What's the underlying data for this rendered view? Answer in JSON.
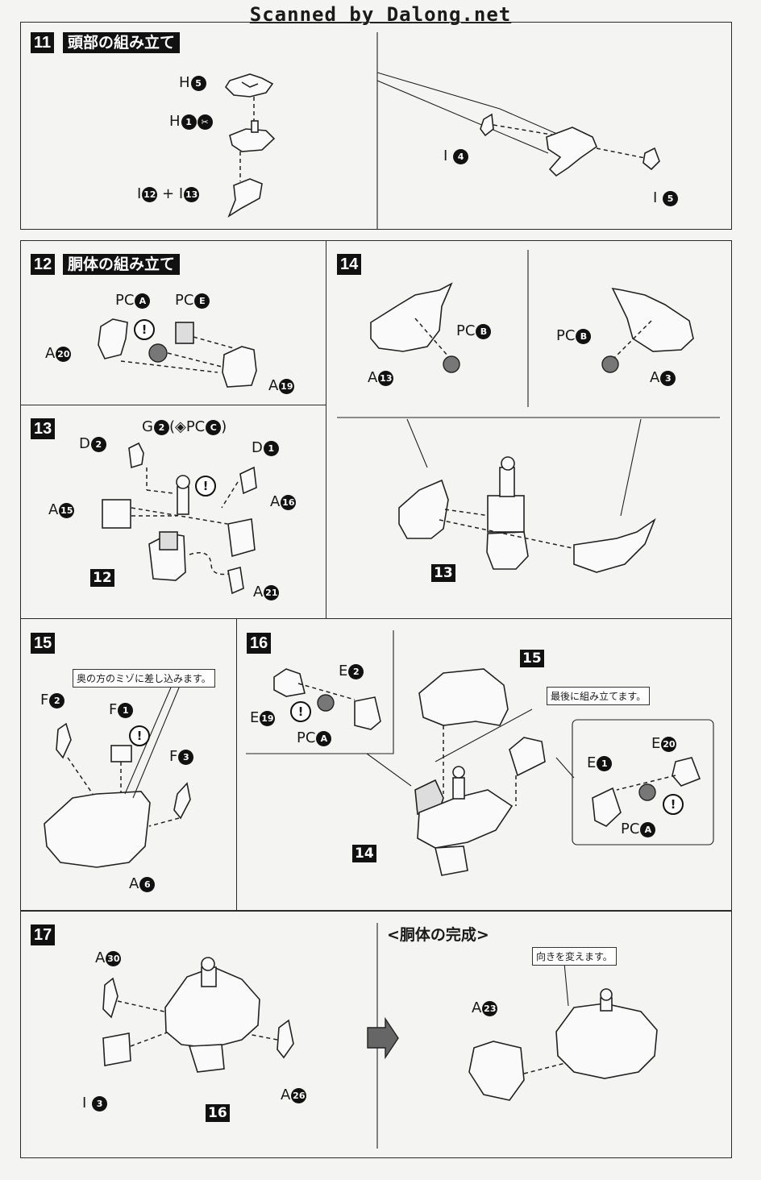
{
  "header": "Scanned by Dalong.net",
  "s11": {
    "step": "11",
    "title": "頭部の組み立て",
    "h5": "H",
    "h5n": "5",
    "h1": "H",
    "h1n": "1",
    "i12": "I",
    "i12n": "12",
    "plus": "+",
    "i13": "I",
    "i13n": "13",
    "i4": "I",
    "i4n": "4",
    "i5": "I",
    "i5n": "5"
  },
  "s12": {
    "step": "12",
    "title": "胴体の組み立て",
    "pca": "PC",
    "pcan": "A",
    "pce": "PC",
    "pcen": "E",
    "a20": "A",
    "a20n": "20",
    "a19": "A",
    "a19n": "19"
  },
  "s14": {
    "step": "14",
    "a13": "A",
    "a13n": "13",
    "pcb1": "PC",
    "pcb1n": "B",
    "pcb2": "PC",
    "pcb2n": "B",
    "a3": "A",
    "a3n": "3",
    "ref13": "13"
  },
  "s13": {
    "step": "13",
    "g2": "G",
    "g2n": "2",
    "g2paren": "(◈PC",
    "g2pcn": "C",
    "g2close": ")",
    "d2": "D",
    "d2n": "2",
    "d1": "D",
    "d1n": "1",
    "a15": "A",
    "a15n": "15",
    "a16": "A",
    "a16n": "16",
    "ref12": "12",
    "a21": "A",
    "a21n": "21"
  },
  "s15": {
    "step": "15",
    "note": "奥の方のミゾに差し込みます。",
    "f2": "F",
    "f2n": "2",
    "f1": "F",
    "f1n": "1",
    "f3": "F",
    "f3n": "3",
    "a6": "A",
    "a6n": "6"
  },
  "s16": {
    "step": "16",
    "e2": "E",
    "e2n": "2",
    "e19": "E",
    "e19n": "19",
    "pca": "PC",
    "pcan": "A",
    "ref15": "15",
    "note": "最後に組み立てます。",
    "e20": "E",
    "e20n": "20",
    "e1": "E",
    "e1n": "1",
    "pca2": "PC",
    "pca2n": "A",
    "ref14": "14"
  },
  "s17": {
    "step": "17",
    "a30": "A",
    "a30n": "30",
    "i3": "I",
    "i3n": "3",
    "a26": "A",
    "a26n": "26",
    "ref16": "16"
  },
  "done": {
    "title": "<胴体の完成>",
    "note": "向きを変えます。",
    "a23": "A",
    "a23n": "23"
  },
  "warn": "!"
}
